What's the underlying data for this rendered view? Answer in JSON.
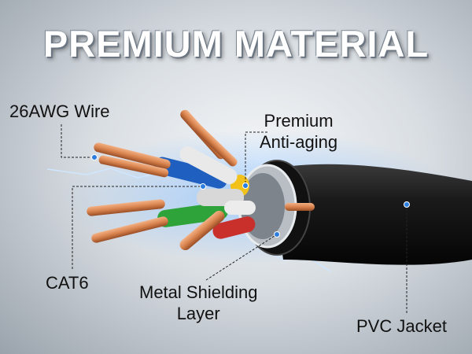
{
  "headline": "PREMIUM MATERIAL",
  "callouts": {
    "awg_wire": "26AWG Wire",
    "anti_aging_line1": "Premium",
    "anti_aging_line2": "Anti-aging",
    "cat6": "CAT6",
    "shielding_line1": "Metal Shielding",
    "shielding_line2": "Layer",
    "pvc_jacket": "PVC Jacket"
  },
  "colors": {
    "copper": "#d9844f",
    "jacket": "#151515",
    "pointer": "#2b7de0",
    "pair_blue": "#1f5fbf",
    "pair_green": "#2da33a",
    "pair_orange": "#e98d1f",
    "pair_brown": "#7a4a2a",
    "foil_yellow": "#f2c21a"
  }
}
